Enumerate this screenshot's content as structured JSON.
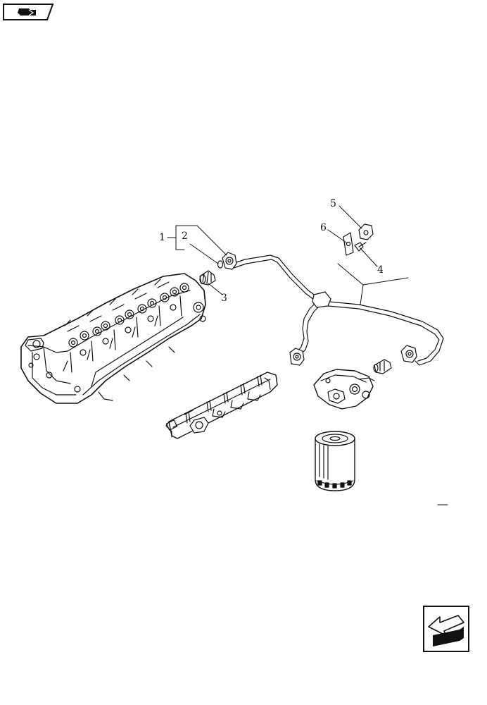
{
  "callouts": [
    {
      "id": "1",
      "label": "1"
    },
    {
      "id": "2",
      "label": "2"
    },
    {
      "id": "3",
      "label": "3"
    },
    {
      "id": "4",
      "label": "4"
    },
    {
      "id": "5",
      "label": "5"
    },
    {
      "id": "6",
      "label": "6"
    }
  ],
  "icons": {
    "top_nav": "back-to-index-icon",
    "bottom_nav": "previous-page-arrow-icon"
  },
  "colors": {
    "line": "#111111",
    "background": "#ffffff"
  }
}
